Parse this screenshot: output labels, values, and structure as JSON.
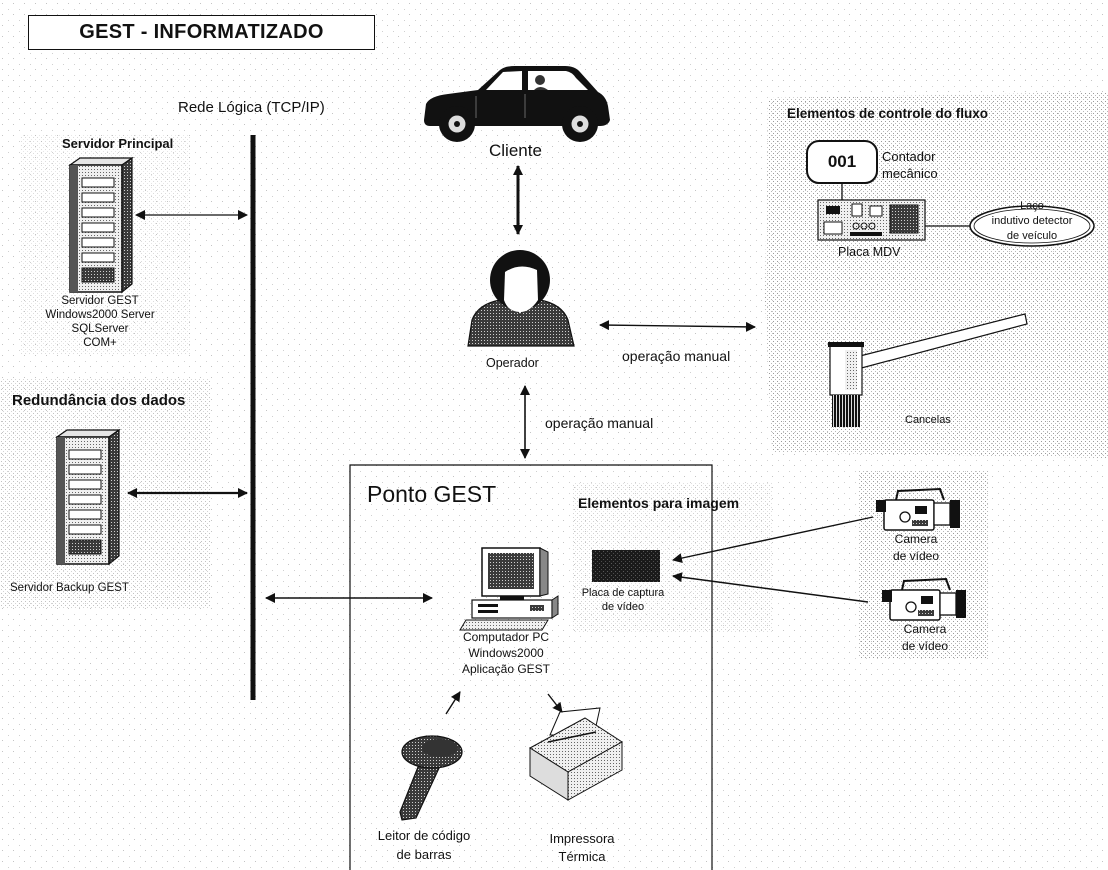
{
  "title": "GEST - INFORMATIZADO",
  "network": {
    "label": "Rede Lógica (TCP/IP)"
  },
  "main_server": {
    "heading": "Servidor Principal",
    "icon": "server-tower-icon",
    "caption": [
      "Servidor GEST",
      "Windows2000 Server",
      "SQLServer",
      "COM+"
    ]
  },
  "backup_server": {
    "heading": "Redundância dos dados",
    "icon": "server-tower-icon",
    "caption": "Servidor Backup GEST"
  },
  "client": {
    "icon": "car-icon",
    "label": "Cliente"
  },
  "operator": {
    "icon": "operator-person-icon",
    "label": "Operador"
  },
  "links": {
    "operator_to_flow": "operação manual",
    "operator_to_ponto": "operação manual"
  },
  "ponto_gest": {
    "title": "Ponto GEST",
    "imaging_heading": "Elementos para imagem",
    "computer": {
      "icon": "desktop-computer-icon",
      "caption": [
        "Computador PC",
        "Windows2000",
        "Aplicação GEST"
      ]
    },
    "capture_card": {
      "icon": "capture-card-icon",
      "caption": [
        "Placa de captura",
        "de vídeo"
      ]
    },
    "barcode_reader": {
      "icon": "barcode-scanner-icon",
      "caption": [
        "Leitor de código",
        "de barras"
      ]
    },
    "printer": {
      "icon": "thermal-printer-icon",
      "caption": [
        "Impressora",
        "Térmica"
      ]
    }
  },
  "cameras": [
    {
      "icon": "video-camera-icon",
      "caption": [
        "Camera",
        "de vídeo"
      ]
    },
    {
      "icon": "video-camera-icon",
      "caption": [
        "Camera",
        "de vídeo"
      ]
    }
  ],
  "flow_control": {
    "heading": "Elementos de controle do fluxo",
    "counter": {
      "value": "001",
      "caption": [
        "Contador",
        "mecânico"
      ]
    },
    "board": {
      "icon": "circuit-board-icon",
      "label": "Placa MDV"
    },
    "loop_detector": {
      "caption": [
        "Laço",
        "indutivo detector",
        "de veículo"
      ]
    },
    "gate": {
      "icon": "barrier-gate-icon",
      "label": "Cancelas"
    }
  }
}
